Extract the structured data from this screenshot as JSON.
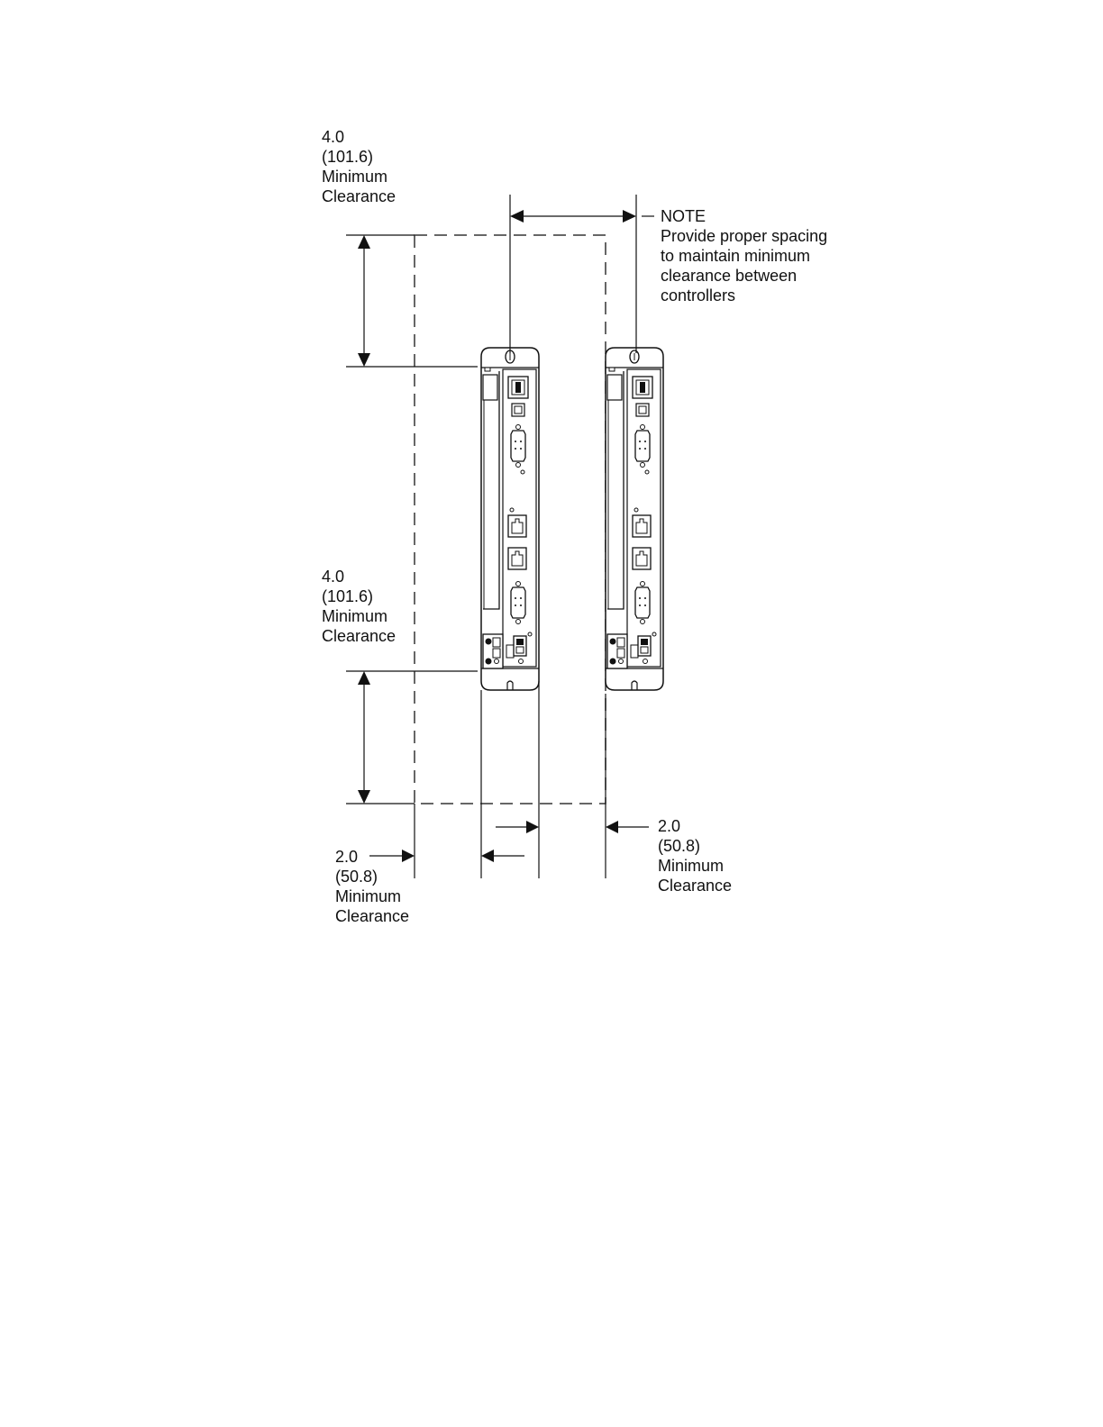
{
  "labels": {
    "top_clearance": {
      "value": "4.0",
      "metric": "(101.6)",
      "line1": "Minimum",
      "line2": "Clearance"
    },
    "bottom_clearance": {
      "value": "4.0",
      "metric": "(101.6)",
      "line1": "Minimum",
      "line2": "Clearance"
    },
    "left_clearance": {
      "value": "2.0",
      "metric": "(50.8)",
      "line1": "Minimum",
      "line2": "Clearance"
    },
    "right_clearance": {
      "value": "2.0",
      "metric": "(50.8)",
      "line1": "Minimum",
      "line2": "Clearance"
    },
    "note": {
      "title": "NOTE",
      "lines": [
        "Provide proper spacing",
        "to maintain minimum",
        "clearance between",
        "controllers"
      ]
    }
  },
  "colors": {
    "line": "#111111",
    "fill": "#ffffff"
  }
}
